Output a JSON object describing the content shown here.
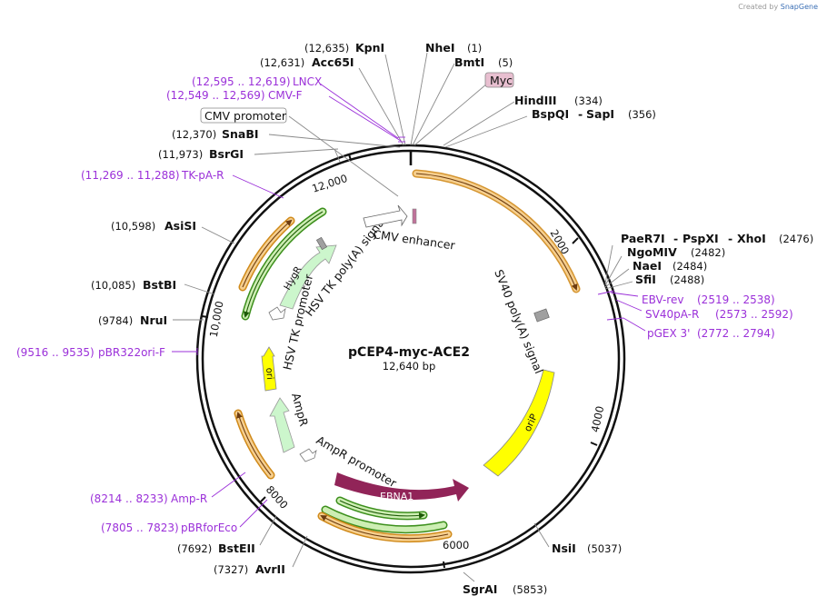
{
  "brand": {
    "created_by": "Created by",
    "name": "SnapGene"
  },
  "plasmid": {
    "name": "pCEP4-myc-ACE2",
    "size": "12,640 bp"
  },
  "ticks": [
    "2000",
    "4000",
    "6000",
    "8000",
    "10,000",
    "12,000"
  ],
  "enzymes": {
    "nhe": {
      "name": "NheI",
      "pos": "(1)"
    },
    "bmt": {
      "name": "BmtI",
      "pos": "(5)"
    },
    "hind": {
      "name": "HindIII",
      "pos": "(334)"
    },
    "bspqi": {
      "name": "BspQI",
      "name2": "SapI",
      "pos": "(356)"
    },
    "paer": {
      "name": "PaeR7I",
      "name2": "PspXI",
      "name3": "XhoI",
      "pos": "(2476)"
    },
    "ngo": {
      "name": "NgoMIV",
      "pos": "(2482)"
    },
    "nae": {
      "name": "NaeI",
      "pos": "(2484)"
    },
    "sfi": {
      "name": "SfiI",
      "pos": "(2488)"
    },
    "nsi": {
      "name": "NsiI",
      "pos": "(5037)"
    },
    "sgr": {
      "name": "SgrAI",
      "pos": "(5853)"
    },
    "avr": {
      "name": "AvrII",
      "pos": "(7327)"
    },
    "bste": {
      "name": "BstEII",
      "pos": "(7692)"
    },
    "nru": {
      "name": "NruI",
      "pos": "(9784)"
    },
    "bstbi": {
      "name": "BstBI",
      "pos": "(10,085)"
    },
    "asi": {
      "name": "AsiSI",
      "pos": "(10,598)"
    },
    "bsrg": {
      "name": "BsrGI",
      "pos": "(11,973)"
    },
    "snab": {
      "name": "SnaBI",
      "pos": "(12,370)"
    },
    "acc": {
      "name": "Acc65I",
      "pos": "(12,631)"
    },
    "kpn": {
      "name": "KpnI",
      "pos": "(12,635)"
    }
  },
  "primers": {
    "lncx": {
      "name": "LNCX",
      "range": "(12,595 .. 12,619)"
    },
    "cmvf": {
      "name": "CMV-F",
      "range": "(12,549 .. 12,569)"
    },
    "tkpa": {
      "name": "TK-pA-R",
      "range": "(11,269 .. 11,288)"
    },
    "pbr322": {
      "name": "pBR322ori-F",
      "range": "(9516 .. 9535)"
    },
    "ampr": {
      "name": "Amp-R",
      "range": "(8214 .. 8233)"
    },
    "pbrfor": {
      "name": "pBRforEco",
      "range": "(7805 .. 7823)"
    },
    "ebv": {
      "name": "EBV-rev",
      "range": "(2519 .. 2538)"
    },
    "sv40": {
      "name": "SV40pA-R",
      "range": "(2573 .. 2592)"
    },
    "pgex": {
      "name": "pGEX 3'",
      "range": "(2772 .. 2794)"
    }
  },
  "features": {
    "myc": "Myc",
    "cmv_promoter": "CMV promoter",
    "cmv_enhancer": "CMV enhancer",
    "hsv_tk_polya": "HSV TK poly(A) signal",
    "hygr": "HygR",
    "hsv_tk_promoter": "HSV TK promoter",
    "ori": "ori",
    "ampr": "AmpR",
    "ampr_promoter": "AmpR promoter",
    "ebna1": "EBNA1",
    "orip": "oriP",
    "sv40_polya": "SV40 poly(A) signal"
  },
  "colors": {
    "orf_fill": "#f6cf8e",
    "orf_stroke": "#d08a1a",
    "green_fill": "#cdeeb3",
    "green_stroke": "#3c8f1c",
    "promoter_fill": "#ffffff",
    "marker_fill": "#c8ffc8",
    "ebna1": "#912458",
    "orip": "#ffff00",
    "ori": "#ffff00",
    "cmv_enhancer": "#c0729a",
    "myc_fill": "#e8bfd0",
    "primer": "#9b30d9",
    "backbone": "#111111"
  }
}
